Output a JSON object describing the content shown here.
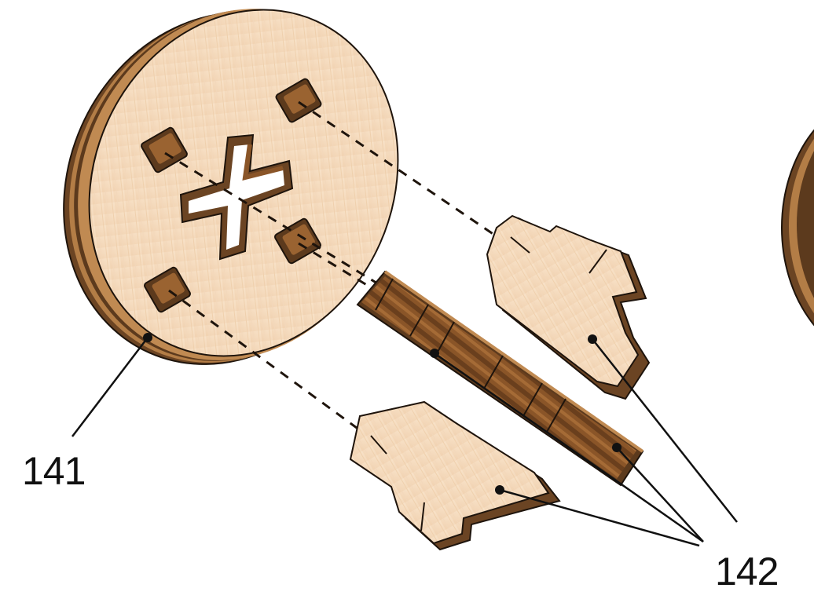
{
  "diagram": {
    "labels": {
      "disc": "141",
      "parts": "142"
    },
    "colors": {
      "wood_face": "#f6dcc0",
      "wood_grain": "#ecc9a6",
      "wood_light_edge": "#c8975c",
      "wood_dark_edge": "#6b4423",
      "wood_mid_edge": "#9a6331",
      "outline": "#1e140c",
      "leader": "#111111"
    },
    "parts": [
      "disc",
      "slotted-bar",
      "upper-bracket",
      "lower-bracket",
      "partial-disc-edge"
    ]
  }
}
